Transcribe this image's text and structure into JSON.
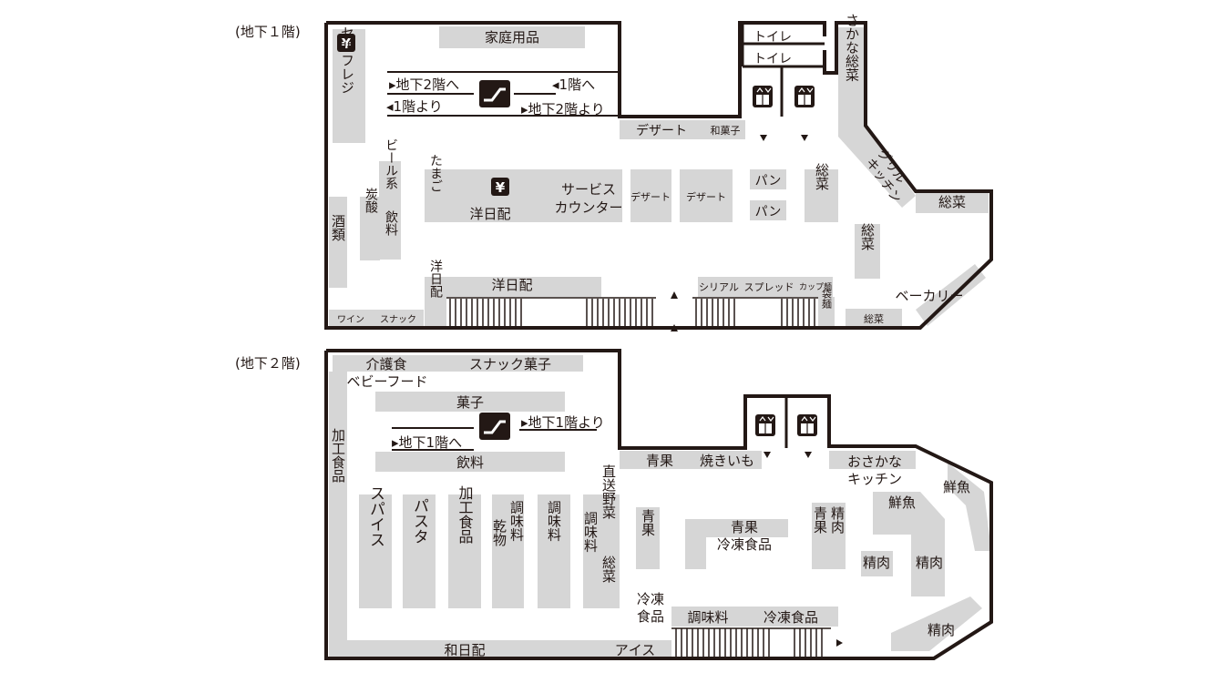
{
  "floors": [
    {
      "label": "(地下１階)",
      "zones": {
        "self_register": "セルフレジ",
        "household": "家庭用品",
        "esc_down": "地下2階へ",
        "esc_from1": "1階より",
        "esc_to1": "1階へ",
        "esc_fromB2": "地下2階より",
        "toilet1": "トイレ",
        "toilet2": "トイレ",
        "sakana_sozai": "さかな総菜",
        "grill_kitchen_1": "グリル",
        "grill_kitchen_2": "キッチン",
        "dessert_top": "デザート",
        "wagashi": "和菓子",
        "beer_1": "ビール系",
        "beer_2": "飲料",
        "tansan": "炭酸",
        "tamago": "たまご",
        "yonichihai_center": "洋日配",
        "service_1": "サービス",
        "service_2": "カウンター",
        "dessert_a": "デザート",
        "dessert_b": "デザート",
        "pan_a": "パン",
        "pan_b": "パン",
        "sozai_a": "総菜",
        "sozai_b": "総菜",
        "sozai_right": "総菜",
        "sake": "酒類",
        "yonichihai_vert": "洋日配",
        "yonichihai_bottom": "洋日配",
        "cereal": "シリアル",
        "spread": "スプレッド",
        "cup_men": "カップ麺",
        "fukuro_men": "袋麺",
        "bakery": "ベーカリー",
        "sozai_bottom": "総菜",
        "wine": "ワイン",
        "snack": "スナック"
      }
    },
    {
      "label": "(地下２階)",
      "zones": {
        "kaigo": "介護食",
        "snack_kashi": "スナック菓子",
        "baby": "ベビーフード",
        "kashi": "菓子",
        "esc_fromB1": "地下1階より",
        "esc_toB1": "地下1階へ",
        "inryo": "飲料",
        "kako_left": "加工食品",
        "spice": "スパイス",
        "pasta": "パスタ",
        "kako": "加工食品",
        "kanbutsu": "乾物",
        "chomiryo_a": "調味料",
        "chomiryo_b": "調味料",
        "chomiryo_c": "調味料",
        "chokuso": "直送野菜",
        "sozai": "総菜",
        "seika_top": "青果",
        "yakiimo": "焼きいも",
        "seika_mid": "青果",
        "seika_reito_1": "青果",
        "seika_reito_2": "冷凍食品",
        "osakana_1": "おさかな",
        "osakana_2": "キッチン",
        "sengyo_a": "鮮魚",
        "sengyo_b": "鮮魚",
        "seika_right": "青果",
        "seiniku_a": "精肉",
        "seiniku_b": "精肉",
        "seiniku_c": "精肉",
        "seiniku_d": "精肉",
        "reito_left": "冷凍食品",
        "chomiryo_bottom": "調味料",
        "reito_bottom": "冷凍食品",
        "wanichihai": "和日配",
        "ice": "アイス"
      }
    }
  ]
}
